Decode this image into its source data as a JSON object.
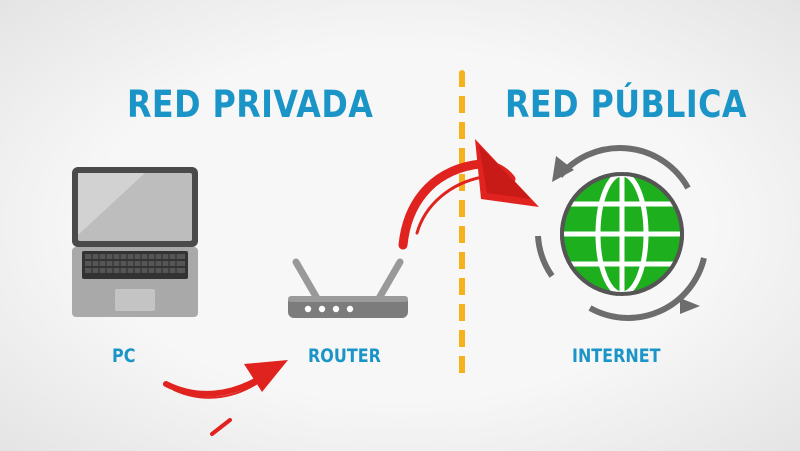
{
  "headings": {
    "private": "RED PRIVADA",
    "public": "RED PÚBLICA"
  },
  "labels": {
    "pc": "PC",
    "router": "ROUTER",
    "internet": "INTERNET"
  },
  "icons": {
    "pc": "laptop-icon",
    "router": "router-icon",
    "internet": "globe-icon",
    "cycle": "circular-arrows-icon",
    "arrow_pc_router": "red-arrow-icon",
    "arrow_router_internet": "red-arrow-icon"
  },
  "colors": {
    "heading": "#1b95c7",
    "label": "#1b95c7",
    "divider": "#f5b21c",
    "arrow": "#e0231e",
    "globe": "#1eaf1e",
    "globe_lines": "#ffffff",
    "cycle": "#6d6d6d",
    "device_gray": "#9a9a9a"
  }
}
